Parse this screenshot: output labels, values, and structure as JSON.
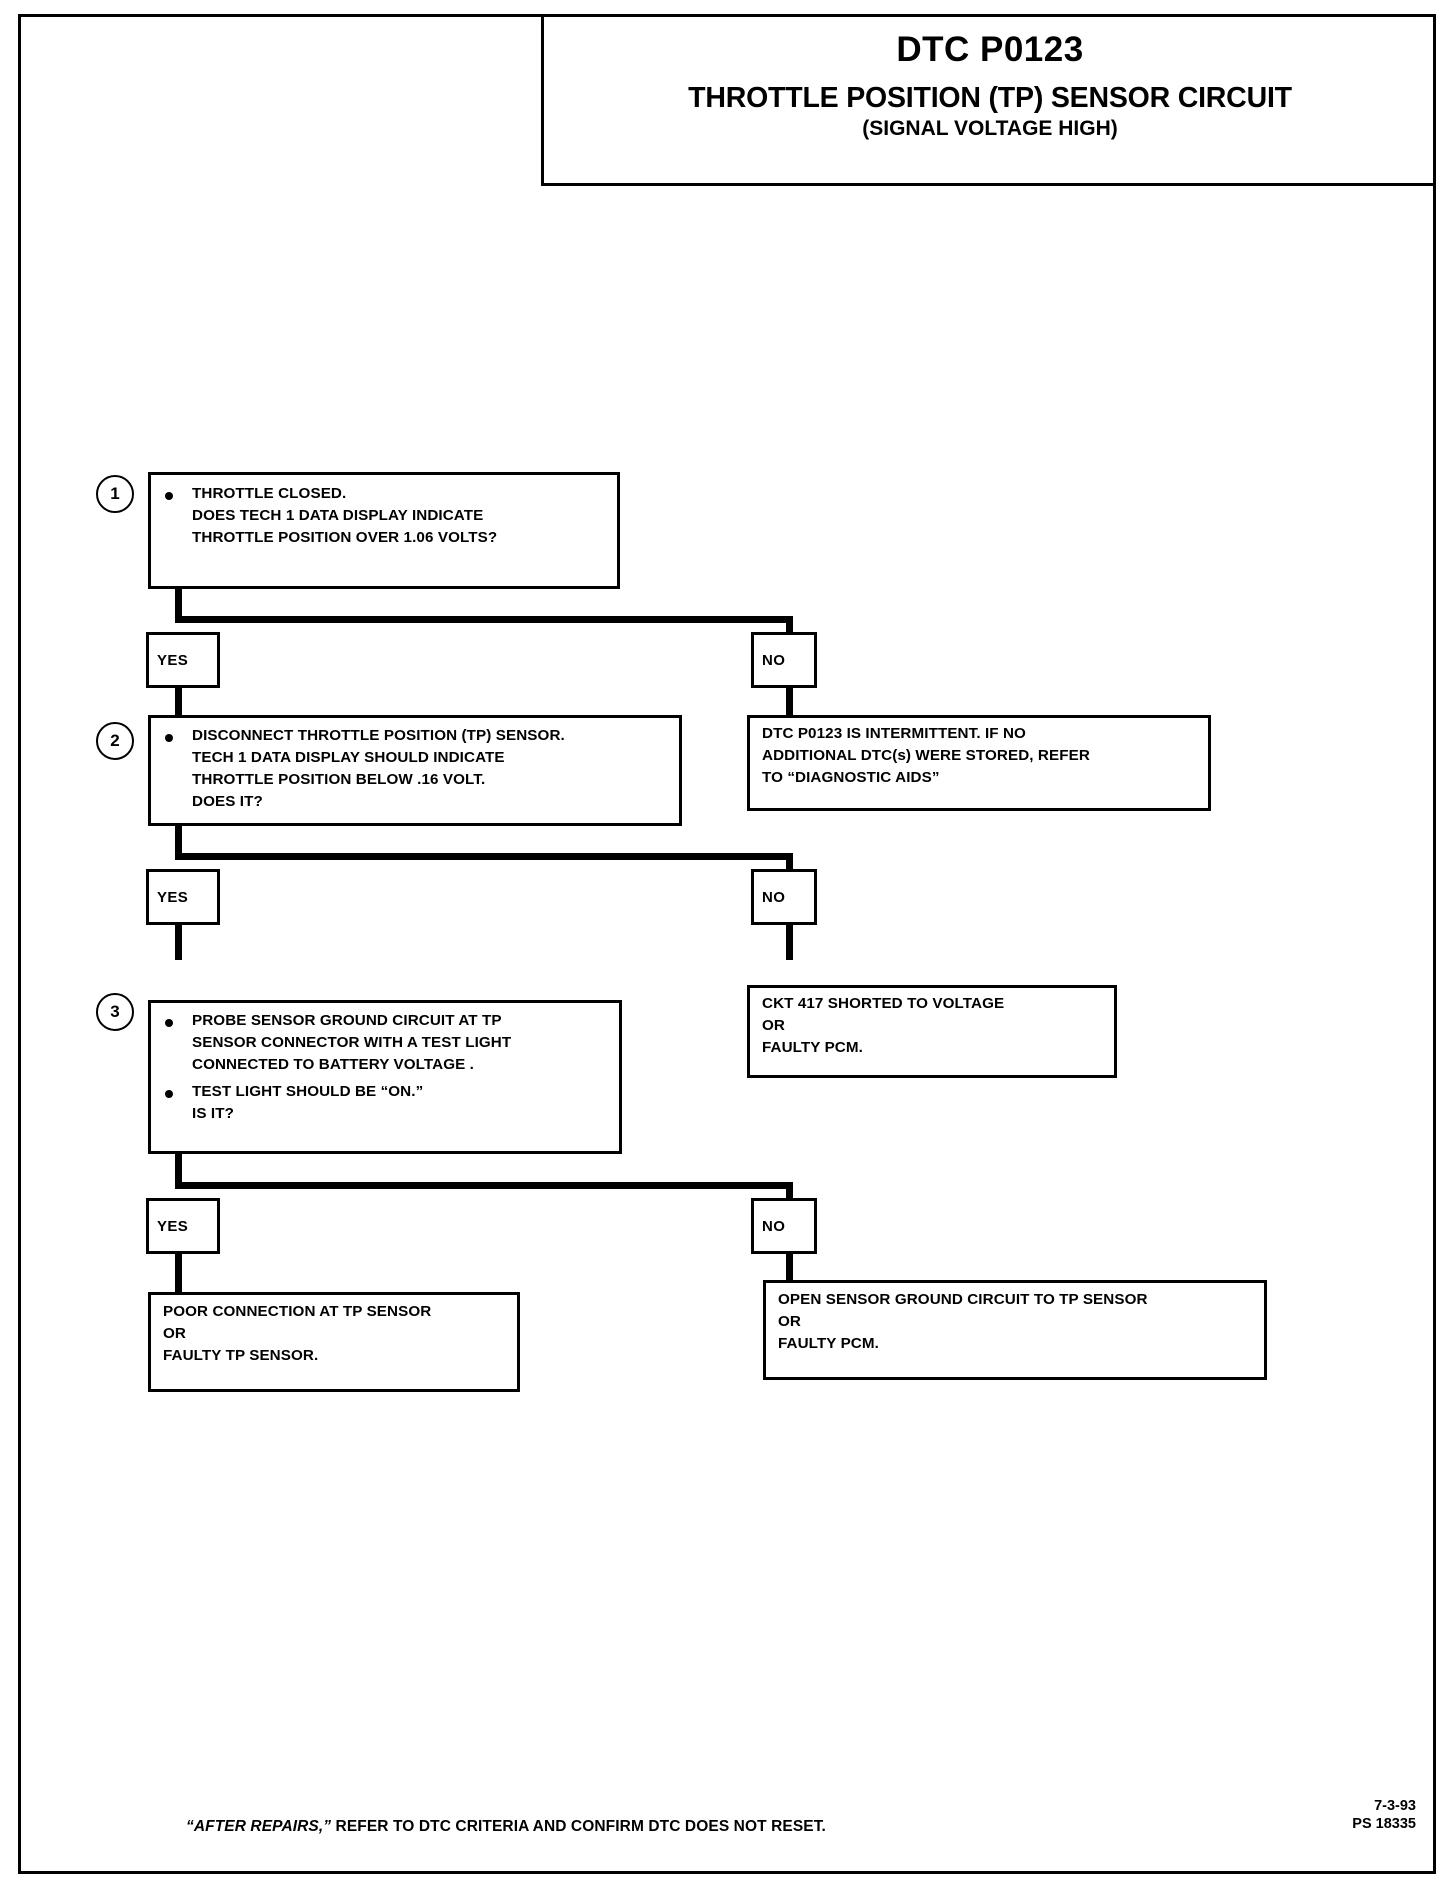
{
  "document": {
    "title_dtc": "DTC P0123",
    "title_main": "THROTTLE POSITION (TP) SENSOR CIRCUIT",
    "title_sub": "(SIGNAL VOLTAGE HIGH)"
  },
  "flowchart": {
    "steps": [
      {
        "number": "1",
        "lines": [
          "THROTTLE CLOSED.",
          "DOES TECH 1 DATA DISPLAY INDICATE",
          "THROTTLE POSITION OVER 1.06 VOLTS?"
        ]
      },
      {
        "number": "2",
        "lines": [
          "DISCONNECT THROTTLE POSITION (TP) SENSOR.",
          "TECH 1 DATA DISPLAY SHOULD INDICATE",
          "THROTTLE POSITION BELOW .16 VOLT.",
          "DOES IT?"
        ]
      },
      {
        "number": "3",
        "lines_a": [
          "PROBE SENSOR GROUND CIRCUIT AT TP",
          "SENSOR CONNECTOR WITH A TEST LIGHT",
          "CONNECTED TO BATTERY VOLTAGE ."
        ],
        "lines_b": [
          "TEST LIGHT SHOULD BE “ON.”",
          "IS IT?"
        ]
      }
    ],
    "branch_labels": {
      "yes1": "YES",
      "no1": "NO",
      "yes2": "YES",
      "no2": "NO",
      "yes3": "YES",
      "no3": "NO"
    },
    "outcomes": {
      "intermittent": [
        "DTC P0123 IS INTERMITTENT.  IF NO",
        "ADDITIONAL DTC(s) WERE STORED, REFER",
        "TO  “DIAGNOSTIC AIDS”"
      ],
      "ckt417": [
        "CKT 417 SHORTED TO VOLTAGE",
        "OR",
        "FAULTY PCM."
      ],
      "poor_connection": [
        "POOR CONNECTION AT TP SENSOR",
        "OR",
        "FAULTY TP SENSOR."
      ],
      "open_ground": [
        "OPEN SENSOR GROUND CIRCUIT TO TP SENSOR",
        "OR",
        "FAULTY PCM."
      ]
    }
  },
  "footer": {
    "note_italic": "“AFTER REPAIRS,”",
    "note_rest": " REFER TO DTC CRITERIA  AND CONFIRM DTC DOES NOT RESET.",
    "date": "7-3-93",
    "code": "PS 18335"
  }
}
